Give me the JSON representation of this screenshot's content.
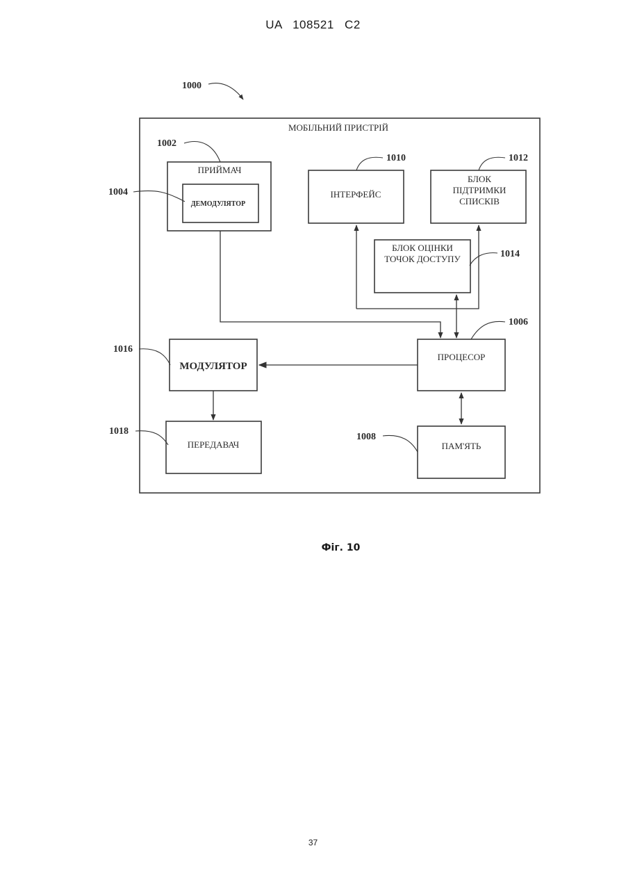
{
  "header": {
    "doc_id": "UA   108521   C2"
  },
  "figure": {
    "caption": "Фіг. 10",
    "title_ref": "1000",
    "device_label": "МОБІЛЬНИЙ ПРИСТРІЙ"
  },
  "blocks": {
    "receiver": {
      "ref": "1002",
      "label": "ПРИЙМАЧ"
    },
    "demodulator": {
      "ref": "1004",
      "label": "ДЕМОДУЛЯТОР"
    },
    "interface": {
      "ref": "1010",
      "label": "ІНТЕРФЕЙС"
    },
    "list_support": {
      "ref": "1012",
      "label_lines": [
        "БЛОК",
        "ПІДТРИМКИ",
        "СПИСКІВ"
      ]
    },
    "ap_eval": {
      "ref": "1014",
      "label_lines": [
        "БЛОК ОЦІНКИ",
        "ТОЧОК ДОСТУПУ"
      ]
    },
    "processor": {
      "ref": "1006",
      "label": "ПРОЦЕСОР"
    },
    "modulator": {
      "ref": "1016",
      "label": "МОДУЛЯТОР"
    },
    "transmitter": {
      "ref": "1018",
      "label": "ПЕРЕДАВАЧ"
    },
    "memory": {
      "ref": "1008",
      "label": "ПАМ'ЯТЬ"
    }
  },
  "page_number": "37"
}
